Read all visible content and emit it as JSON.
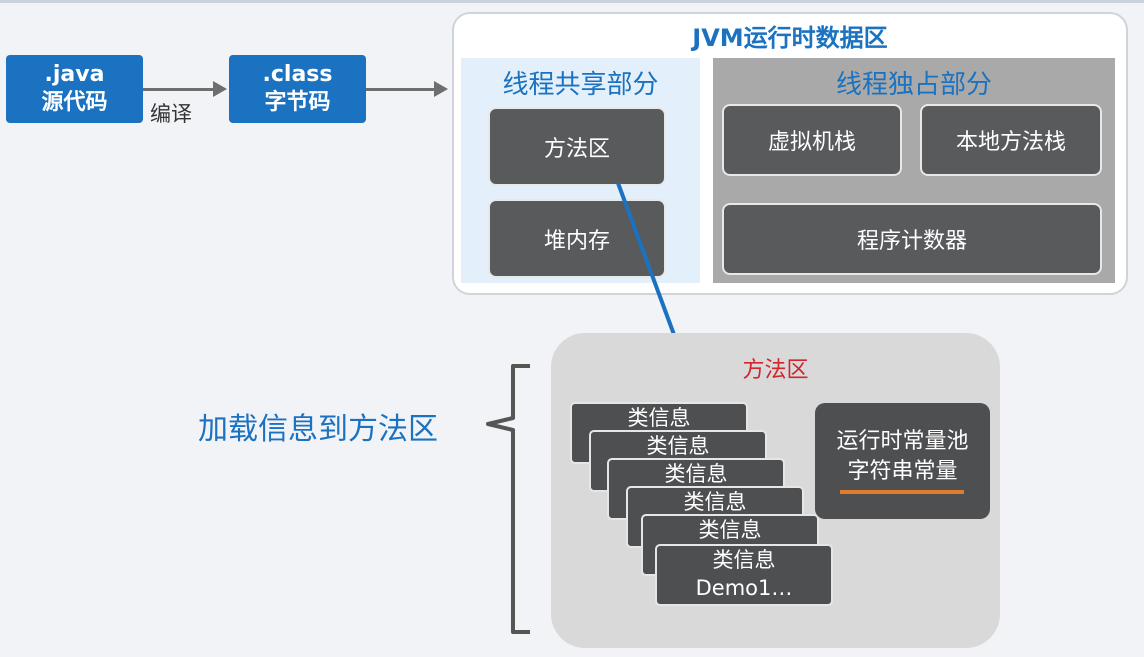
{
  "source_box": {
    "line1": ".java",
    "line2": "源代码"
  },
  "compile_label": "编译",
  "bytecode_box": {
    "line1": ".class",
    "line2": "字节码"
  },
  "jvm": {
    "title": "JVM运行时数据区",
    "shared_title": "线程共享部分",
    "shared_items": [
      "方法区",
      "堆内存"
    ],
    "exclusive_title": "线程独占部分",
    "exclusive_items": [
      "虚拟机栈",
      "本地方法栈",
      "程序计数器"
    ]
  },
  "load_label": "加载信息到方法区",
  "method_area": {
    "title": "方法区",
    "class_cards": [
      "类信息",
      "类信息",
      "类信息",
      "类信息",
      "类信息",
      "类信息"
    ],
    "last_card_extra": "Demo1…",
    "pool_line1": "运行时常量池",
    "pool_line2": "字符串常量"
  },
  "colors": {
    "blue": "#1b72c0",
    "dark_box": "#595a5c",
    "red_title": "#d0262c",
    "orange_underline": "#e37b2c"
  }
}
